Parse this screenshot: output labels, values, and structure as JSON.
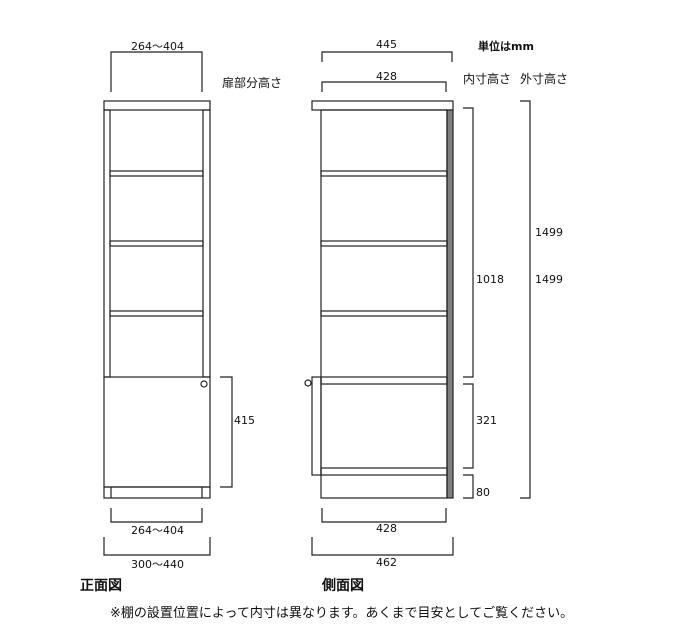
{
  "unit": "単位はmm",
  "front": {
    "title": "正面図",
    "top_width": "264～404",
    "door_height_label": "扉部分高さ",
    "door_height": "415",
    "inner_width": "264～404",
    "outer_width": "300～440"
  },
  "side": {
    "title": "側面図",
    "outer_depth_top": "445",
    "inner_depth_top": "428",
    "inner_height_label": "内寸高さ",
    "outer_height_label": "外寸高さ",
    "inner_height_upper": "1018",
    "inner_height_lower": "321",
    "plinth_height": "80",
    "outer_height_1": "1499",
    "outer_height_2": "1499",
    "inner_depth_bottom": "428",
    "outer_depth_bottom": "462"
  },
  "note": "※棚の設置位置によって内寸は異なります。あくまで目安としてご覧ください。",
  "colors": {
    "line": "#222222",
    "back_panel": "#808080"
  }
}
